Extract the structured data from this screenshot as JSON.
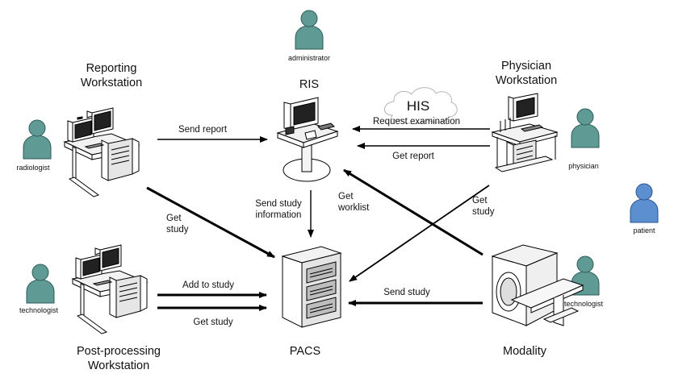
{
  "nodes": {
    "reporting_workstation": "Reporting\nWorkstation",
    "ris": "RIS",
    "physician_workstation": "Physician\nWorkstation",
    "pacs": "PACS",
    "postprocessing_workstation": "Post-processing\nWorkstation",
    "modality": "Modality",
    "his": "HIS"
  },
  "roles": {
    "administrator": "administrator",
    "radiologist": "radiologist",
    "physician": "physician",
    "patient": "patient",
    "technologist_left": "technologist",
    "technologist_right": "technologist"
  },
  "edges": {
    "send_report": "Send report",
    "request_examination": "Request examination",
    "get_report": "Get report",
    "send_study_information": "Send study\ninformation",
    "get_worklist": "Get\nworklist",
    "get_study_reporting": "Get\nstudy",
    "get_study_physician": "Get\nstudy",
    "add_to_study": "Add to study",
    "get_study_postproc": "Get study",
    "send_study": "Send study"
  },
  "colors": {
    "person_teal": "#5f9a94",
    "person_blue": "#5c8fd0",
    "arrow": "#000000"
  }
}
